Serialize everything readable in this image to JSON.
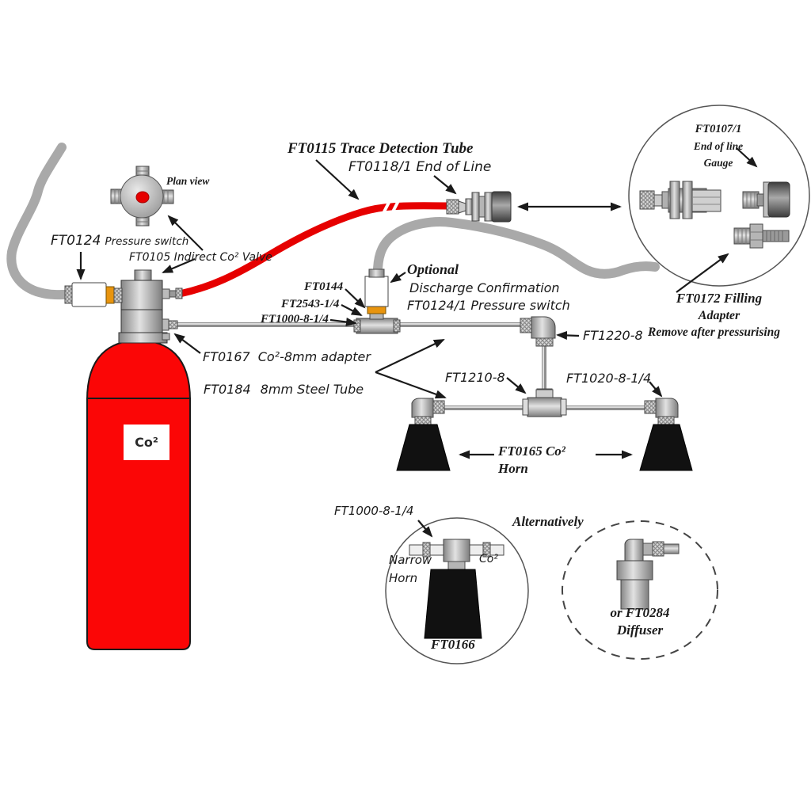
{
  "colors": {
    "tube_red": "#e60000",
    "tube_gray": "#a9a9a9",
    "cylinder_red": "#fb0606",
    "fitting_orange": "#e8940e",
    "horn_black": "#111111",
    "line_black": "#1a1a1a"
  },
  "cylinder": {
    "label": "Co²"
  },
  "labels": {
    "trace_tube": "FT0115 Trace Detection Tube",
    "end_of_line": "FT0118/1 End of Line",
    "plan_view": "Plan view",
    "pressure_switch_code": "FT0124",
    "pressure_switch_desc": "Pressure switch",
    "indirect_valve": "FT0105 Indirect Co² Valve",
    "ft0144": "FT0144",
    "ft2543": "FT2543-1/4",
    "ft1000": "FT1000-8-1/4",
    "optional_title": "Optional",
    "optional_line1": "Discharge Confirmation",
    "optional_line2": "FT0124/1 Pressure switch",
    "co2_adapter_code": "FT0167",
    "co2_adapter_desc": "Co²-8mm adapter",
    "steel_tube_code": "FT0184",
    "steel_tube_desc": "8mm Steel Tube",
    "elbow": "FT1220-8",
    "tee": "FT1210-8",
    "horn_elbow": "FT1020-8-1/4",
    "horn_line1": "FT0165 Co²",
    "horn_line2": "Horn"
  },
  "gauge_detail": {
    "code": "FT0107/1",
    "line1": "End of line",
    "line2": "Gauge",
    "filling_line1": "FT0172 Filling",
    "filling_line2": "Adapter",
    "filling_note": "Remove after pressurising"
  },
  "narrow_horn_detail": {
    "tee": "FT1000-8-1/4",
    "narrow": "Narrow",
    "horn": "Horn",
    "co2": "Co²",
    "code": "FT0166"
  },
  "alternative_detail": {
    "title": "Alternatively",
    "line1": "or FT0284",
    "line2": "Diffuser"
  }
}
